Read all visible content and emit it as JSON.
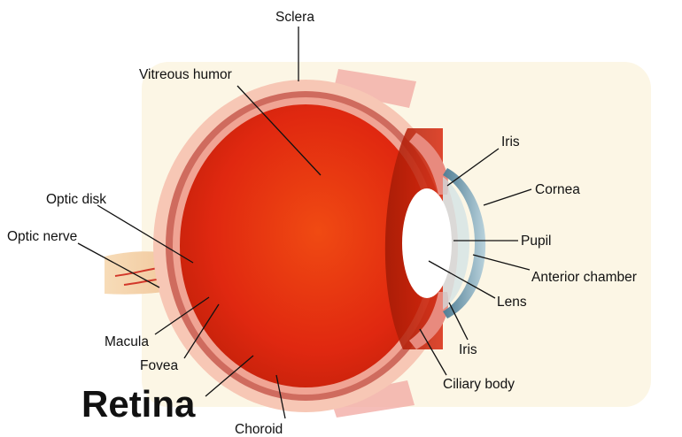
{
  "labels": {
    "sclera": "Sclera",
    "vitreous_humor": "Vitreous humor",
    "iris_top": "Iris",
    "cornea": "Cornea",
    "optic_disk": "Optic disk",
    "optic_nerve": "Optic nerve",
    "pupil": "Pupil",
    "anterior_chamber": "Anterior chamber",
    "lens": "Lens",
    "macula": "Macula",
    "iris_bottom": "Iris",
    "fovea": "Fovea",
    "ciliary_body": "Ciliary body",
    "retina": "Retina",
    "choroid": "Choroid"
  },
  "colors": {
    "vitreous": "#e02810",
    "vitreous_dark": "#a01a05",
    "sclera": "#f7c7b5",
    "choroid": "#cf6b5e",
    "background_tint": "#fbf4df",
    "cornea": "#7fa6b8",
    "lens": "#ffffff",
    "nerve": "#f3cda2"
  }
}
